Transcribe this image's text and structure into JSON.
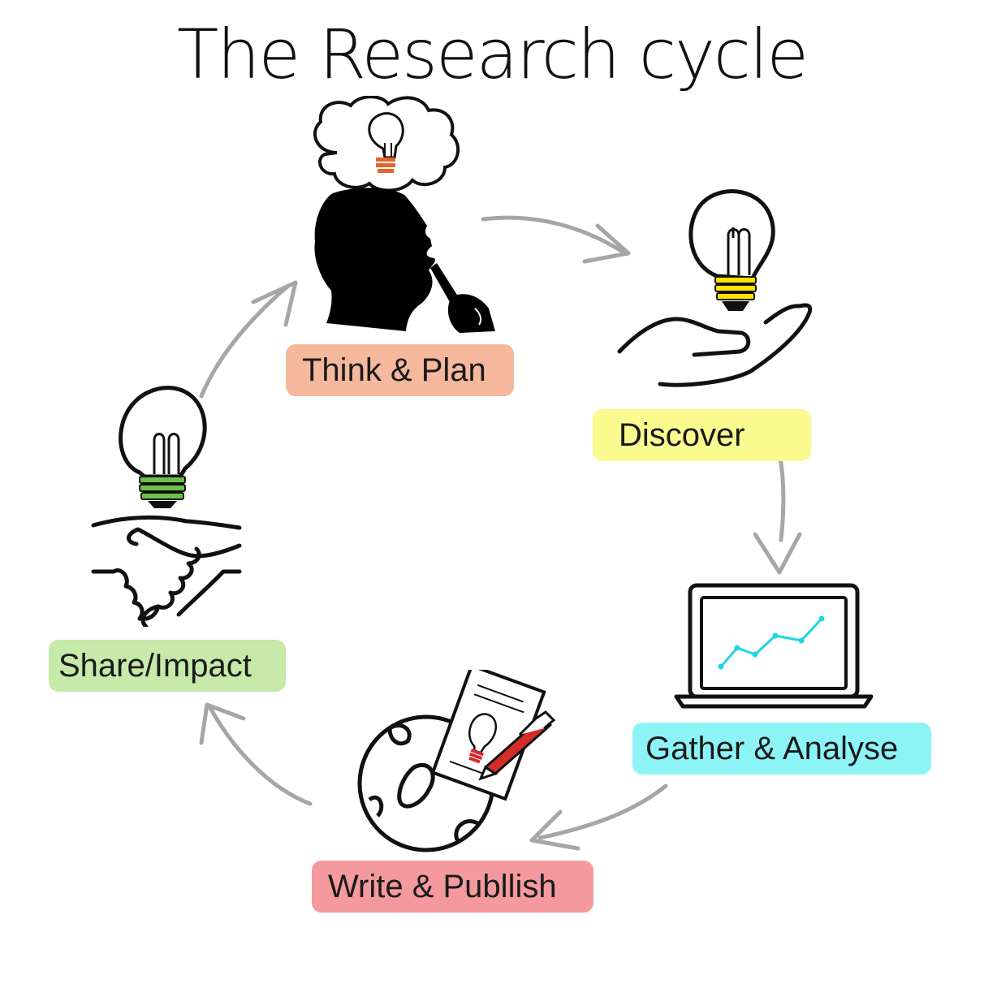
{
  "title": "The Research cycle",
  "steps": [
    {
      "label": "Think & Plan",
      "color": "#f6b89d",
      "icon": "thinking-head-lightbulb-icon"
    },
    {
      "label": "Discover",
      "color": "#fbfa8e",
      "icon": "hand-lightbulb-icon"
    },
    {
      "label": "Gather & Analyse",
      "color": "#8cf4f6",
      "icon": "laptop-chart-icon"
    },
    {
      "label": "Write & Publlish",
      "color": "#f49a9e",
      "icon": "globe-paper-pen-icon"
    },
    {
      "label": "Share/Impact",
      "color": "#c7e9a9",
      "icon": "handshake-lightbulb-icon"
    }
  ],
  "colors": {
    "arrow": "#a6a6a6",
    "bulb_orange": "#e5642a",
    "bulb_yellow": "#ffe000",
    "bulb_green": "#6cc04a",
    "bulb_red": "#d42b2b",
    "chart_line": "#20d4e0"
  }
}
